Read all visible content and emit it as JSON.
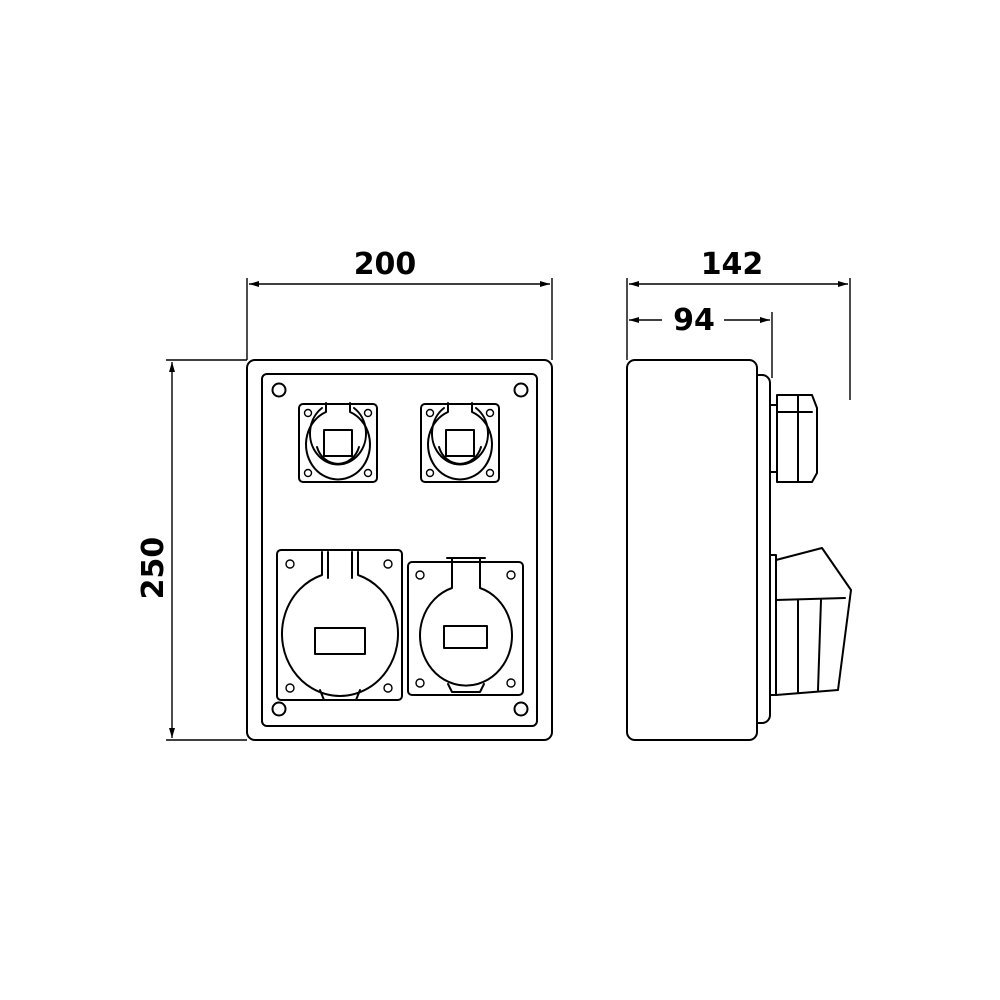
{
  "dimensions": {
    "front_width": "200",
    "front_height": "250",
    "side_total_depth": "142",
    "side_body_depth": "94"
  }
}
